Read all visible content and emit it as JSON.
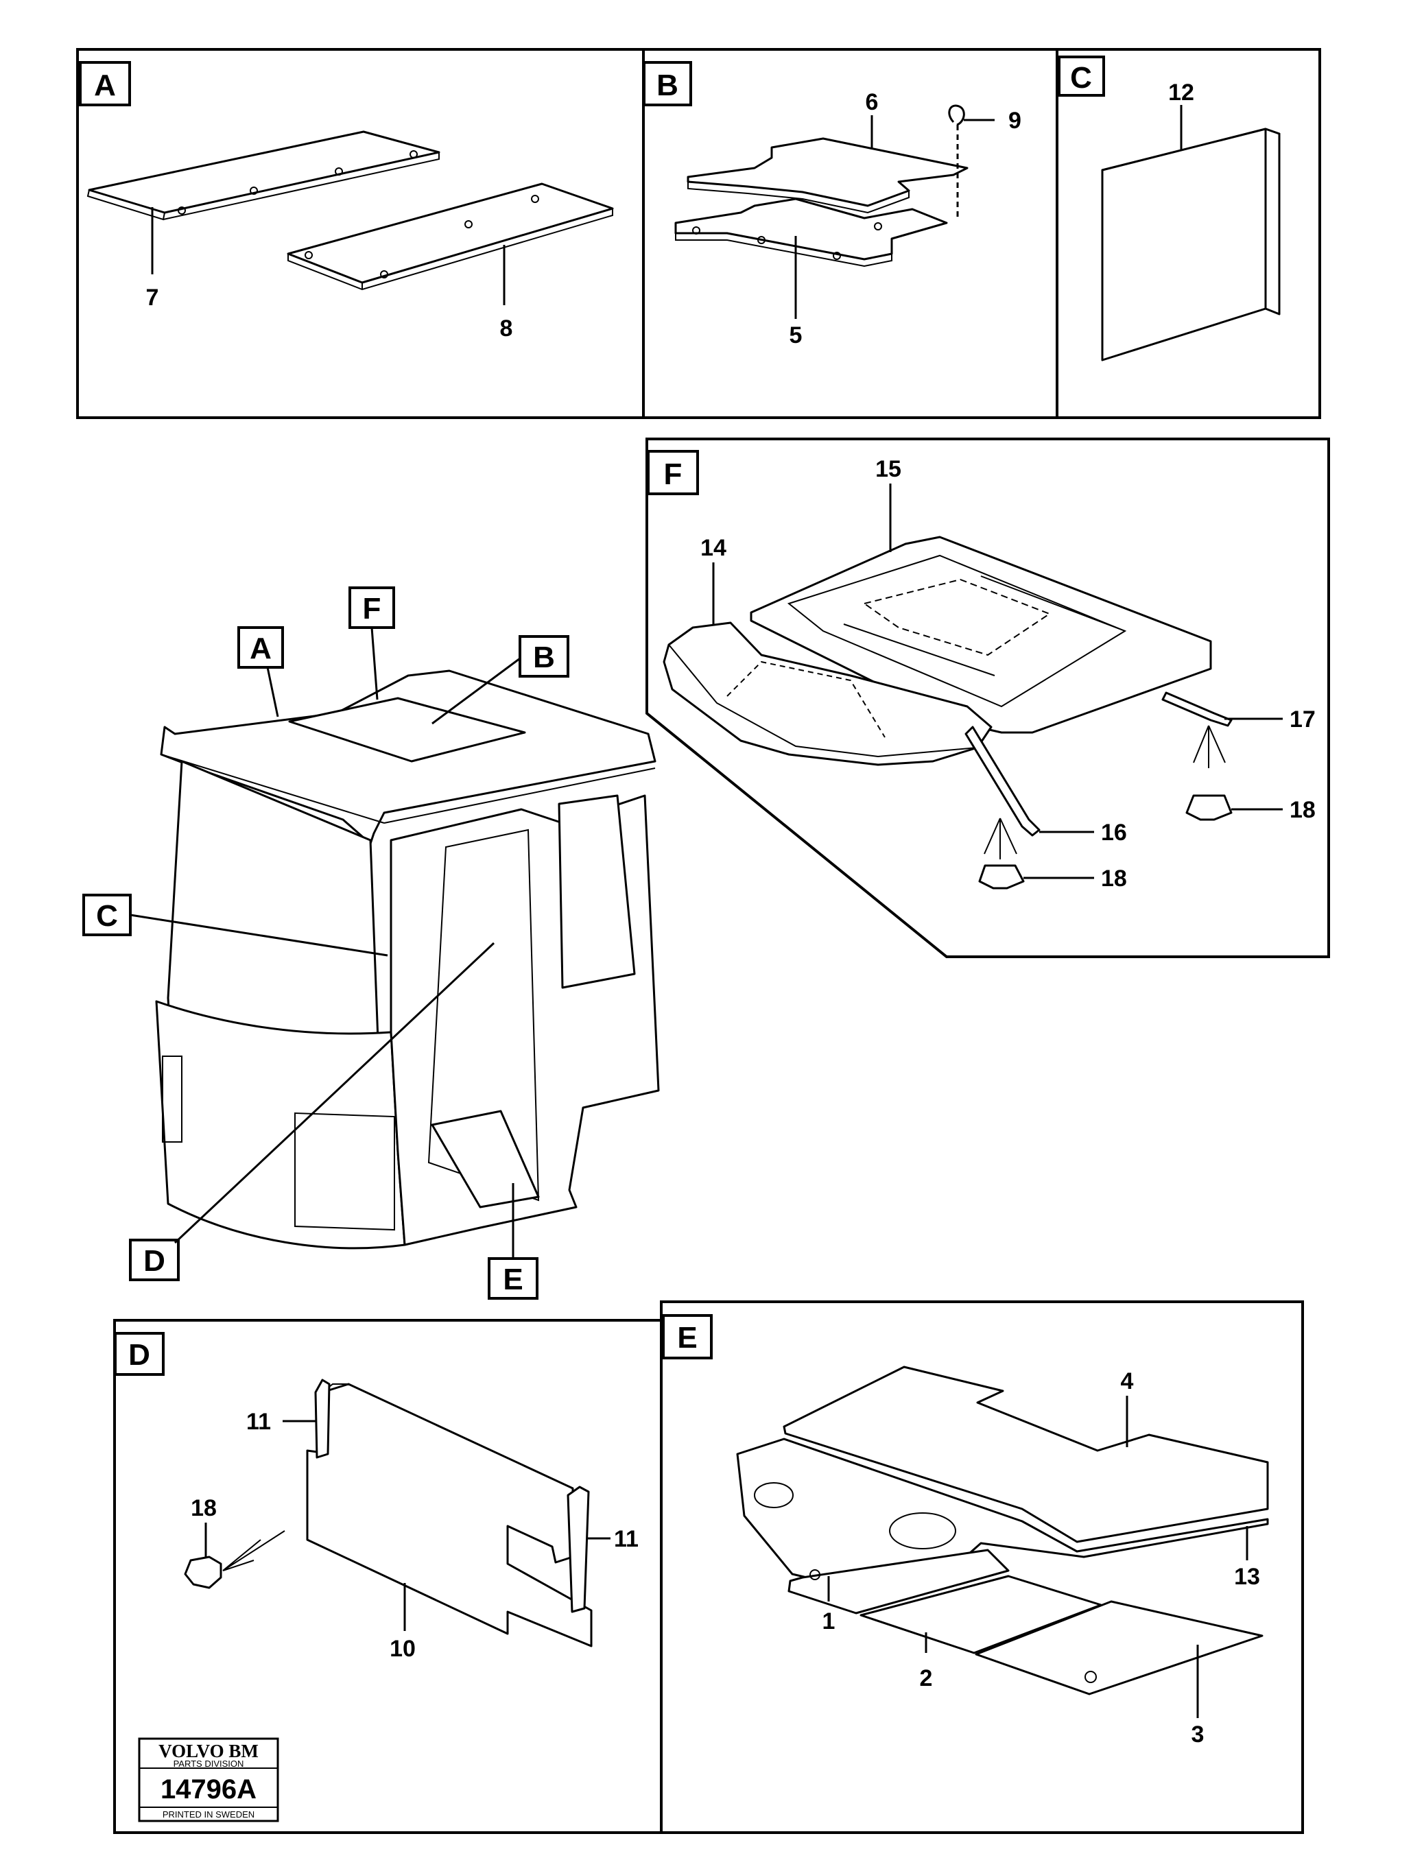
{
  "panels": {
    "A": {
      "letter": "A",
      "callouts": [
        "7",
        "8"
      ]
    },
    "B": {
      "letter": "B",
      "callouts": [
        "6",
        "9",
        "5"
      ]
    },
    "C": {
      "letter": "C",
      "callouts": [
        "12"
      ]
    },
    "F": {
      "letter": "F",
      "callouts": [
        "15",
        "14",
        "17",
        "18",
        "16",
        "18"
      ]
    },
    "D": {
      "letter": "D",
      "callouts": [
        "11",
        "18",
        "11",
        "10"
      ]
    },
    "E": {
      "letter": "E",
      "callouts": [
        "4",
        "13",
        "1",
        "2",
        "3"
      ]
    }
  },
  "overview": {
    "labels": [
      "A",
      "F",
      "B",
      "C",
      "D",
      "E"
    ]
  },
  "stamp": {
    "brand": "VOLVO BM",
    "division": "PARTS DIVISION",
    "number": "14796A",
    "printed": "PRINTED IN SWEDEN"
  }
}
